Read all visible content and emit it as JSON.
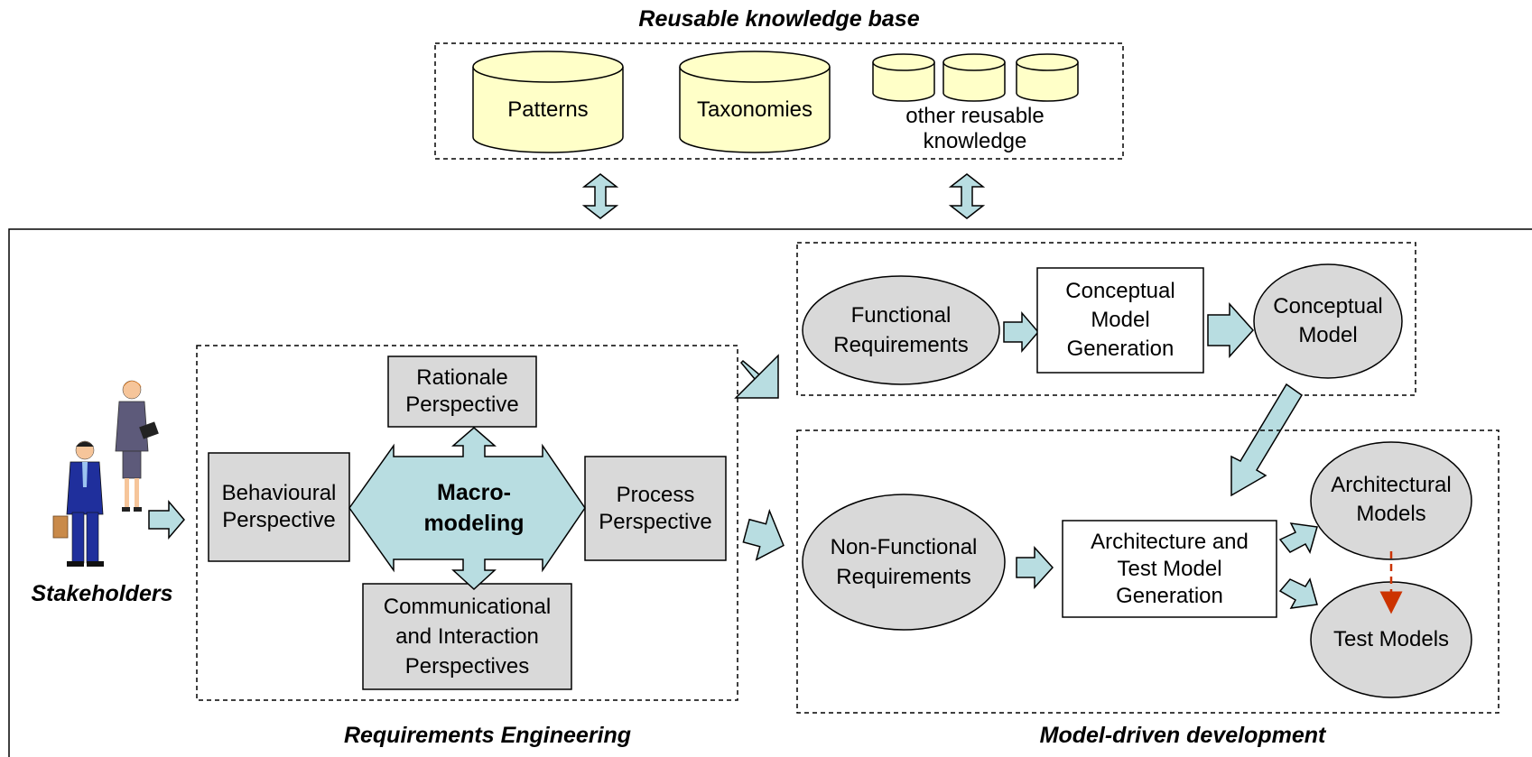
{
  "knowledge_base": {
    "title": "Reusable knowledge base",
    "patterns": "Patterns",
    "taxonomies": "Taxonomies",
    "other_line1": "other reusable",
    "other_line2": "knowledge"
  },
  "stakeholders": {
    "label": "Stakeholders"
  },
  "requirements_engineering": {
    "title": "Requirements Engineering",
    "rationale_line1": "Rationale",
    "rationale_line2": "Perspective",
    "behavioural_line1": "Behavioural",
    "behavioural_line2": "Perspective",
    "process_line1": "Process",
    "process_line2": "Perspective",
    "communicational_line1": "Communicational",
    "communicational_line2": "and Interaction",
    "communicational_line3": "Perspectives",
    "macro_line1": "Macro-",
    "macro_line2": "modeling"
  },
  "model_driven": {
    "title": "Model-driven development",
    "functional_line1": "Functional",
    "functional_line2": "Requirements",
    "cmg_line1": "Conceptual",
    "cmg_line2": "Model",
    "cmg_line3": "Generation",
    "cm_line1": "Conceptual",
    "cm_line2": "Model",
    "nonfunctional_line1": "Non-Functional",
    "nonfunctional_line2": "Requirements",
    "atmg_line1": "Architecture and",
    "atmg_line2": "Test Model",
    "atmg_line3": "Generation",
    "arch_line1": "Architectural",
    "arch_line2": "Models",
    "test_models": "Test Models"
  },
  "colors": {
    "cylinder_fill": "#ffffc8",
    "arrow_fill": "#b8dde1",
    "box_gray": "#d9d9d9",
    "ellipse_gray": "#d9d9d9",
    "dependency_arrow": "#cc3300"
  }
}
